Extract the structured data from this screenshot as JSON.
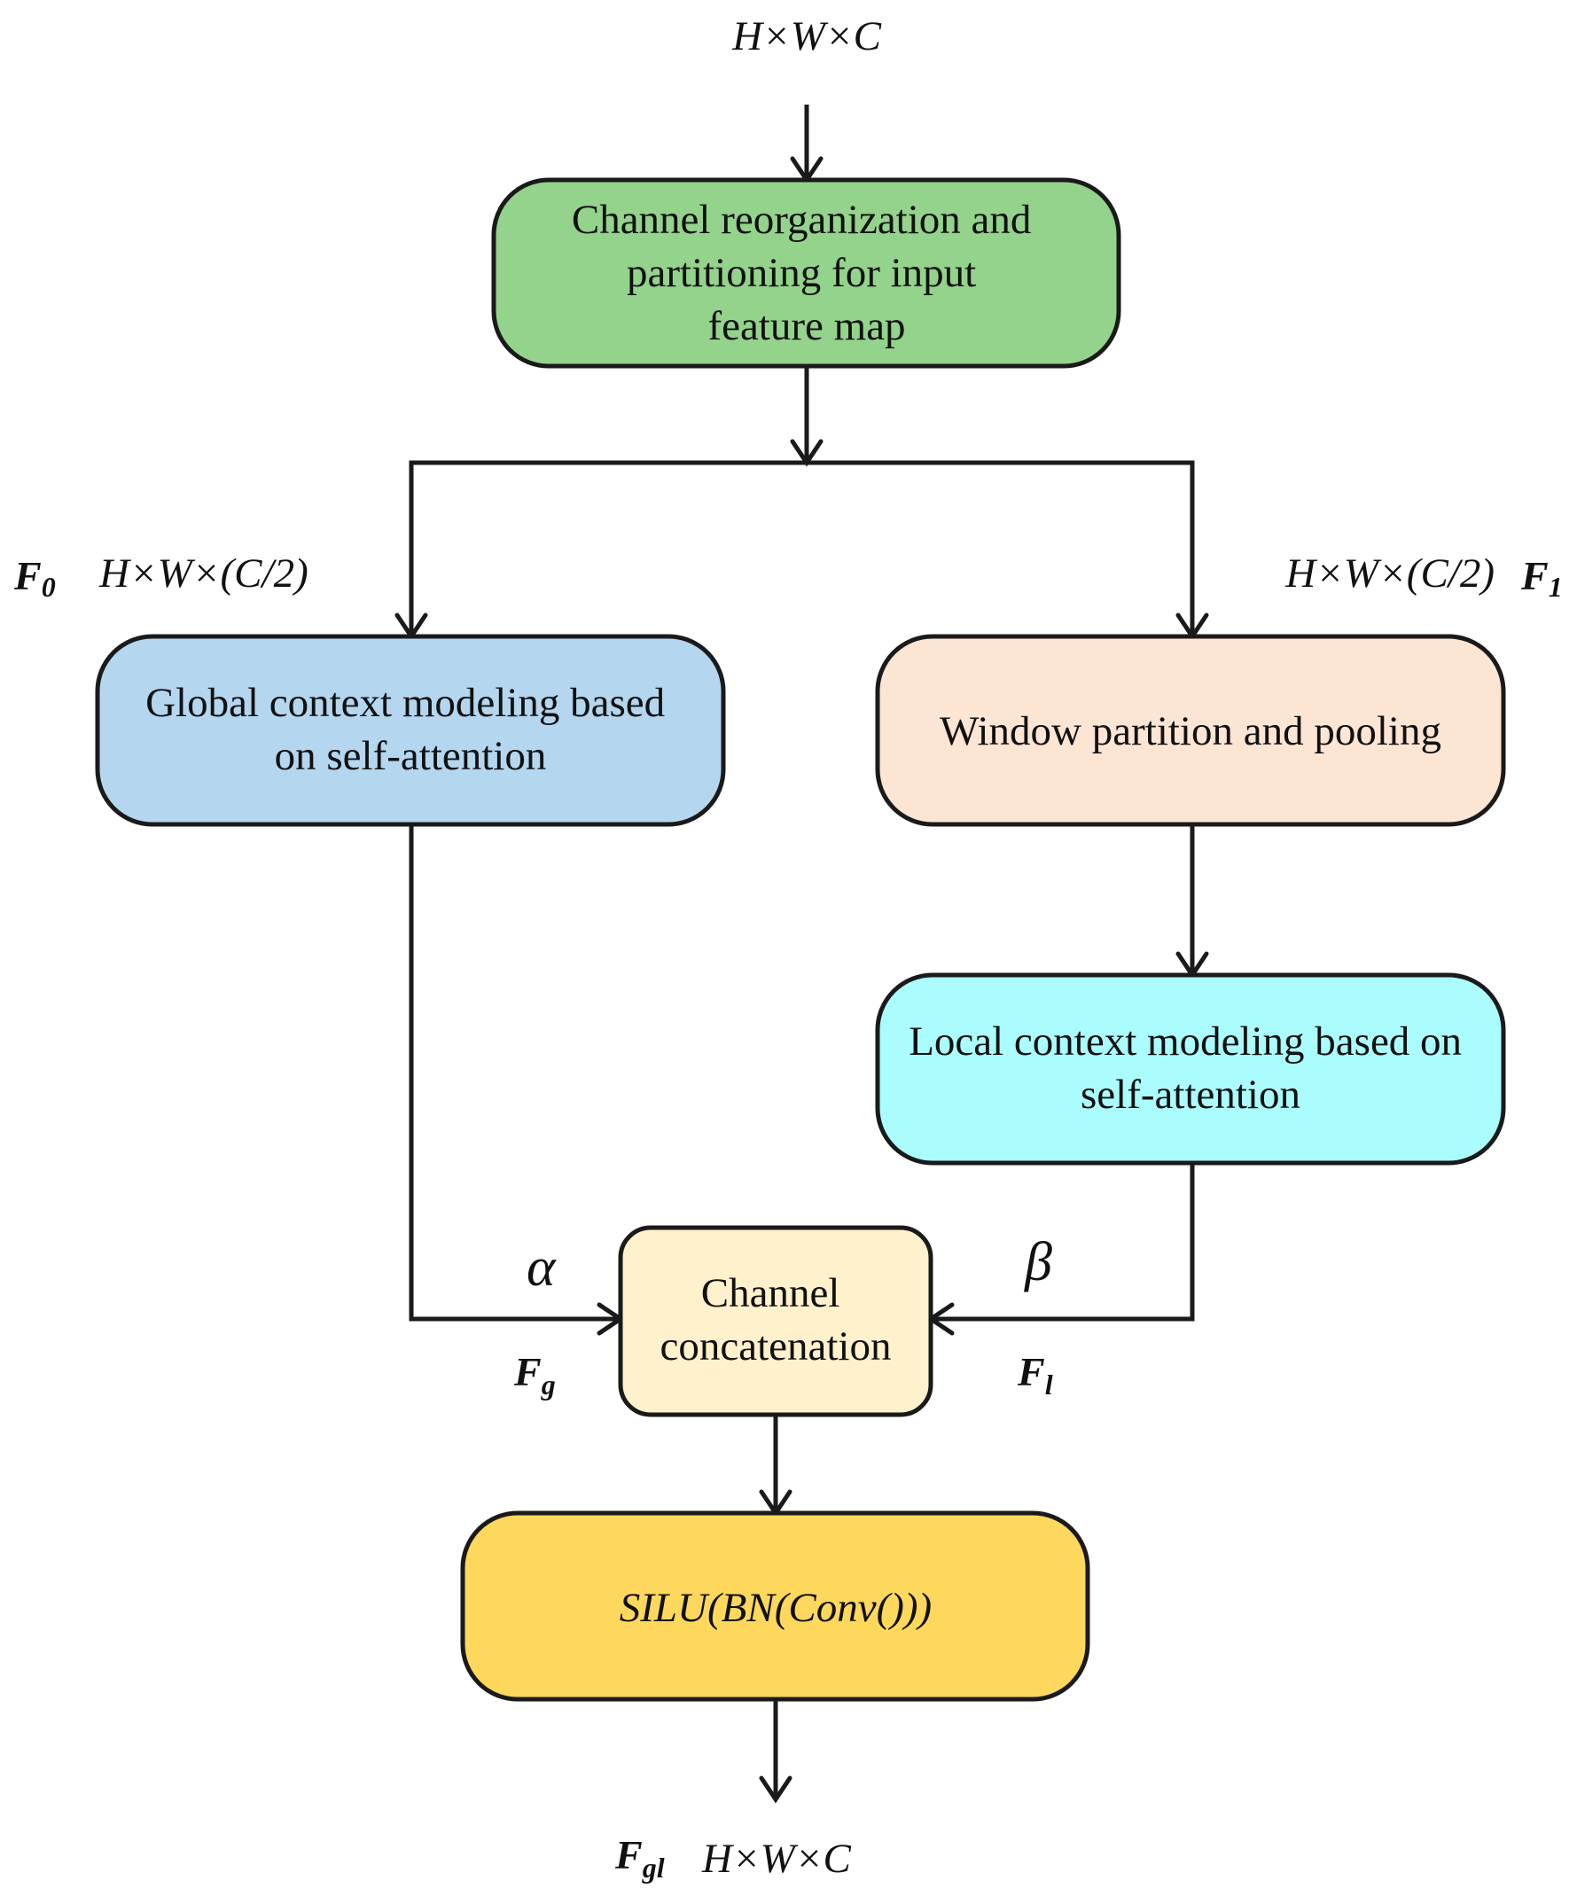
{
  "input_dim": "H×W×C",
  "boxes": {
    "channel_reorg": {
      "lines": [
        "Channel reorganization and",
        "partitioning for input",
        "feature map"
      ],
      "color": "#94d38b"
    },
    "global_context": {
      "lines": [
        "Global context modeling based",
        "on self-attention"
      ],
      "color": "#b4d6ef"
    },
    "window_partition": {
      "lines": [
        "Window partition and pooling"
      ],
      "color": "#fde5d4"
    },
    "local_context": {
      "lines": [
        "Local context modeling based on",
        "self-attention"
      ],
      "color": "#abfcfc"
    },
    "channel_concat": {
      "lines": [
        "Channel",
        "concatenation"
      ],
      "color": "#fff1cc"
    },
    "silu": {
      "text": "SILU(BN(Conv()))",
      "color": "#fdd85c"
    }
  },
  "labels": {
    "f0": {
      "base": "F",
      "sub": "0"
    },
    "f0_dim": "H×W×(C/2)",
    "f1": {
      "base": "F",
      "sub": "1"
    },
    "f1_dim": "H×W×(C/2)",
    "alpha": "α",
    "beta": "β",
    "fg": {
      "base": "F",
      "sub": "g"
    },
    "fl": {
      "base": "F",
      "sub": "l"
    },
    "fgl": {
      "base": "F",
      "sub": "gl"
    },
    "output_dim": "H×W×C"
  }
}
